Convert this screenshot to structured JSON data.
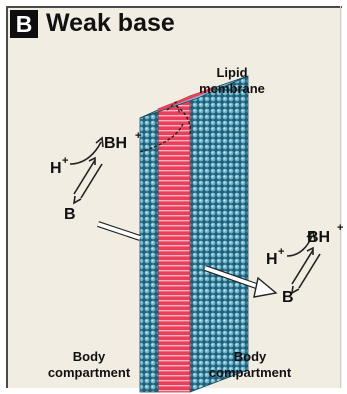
{
  "panel": {
    "badge_letter": "B",
    "title": "Weak base"
  },
  "labels": {
    "membrane_line1": "Lipid",
    "membrane_line2": "membrane",
    "left_compartment_line1": "Body",
    "left_compartment_line2": "compartment",
    "right_compartment_line1": "Body",
    "right_compartment_line2": "compartment"
  },
  "left_equilibrium": {
    "protonated": "BH",
    "protonated_charge": "+",
    "proton": "H",
    "proton_charge": "+",
    "base": "B"
  },
  "right_equilibrium": {
    "protonated": "BH",
    "protonated_charge": "+",
    "proton": "H",
    "proton_charge": "+",
    "base": "B"
  },
  "colors": {
    "panel_background": "#f2ede2",
    "membrane_core": "#e8405a",
    "lipid_head": "#2e7c9a",
    "lipid_head_light": "#6fb6cf",
    "text": "#111111"
  }
}
